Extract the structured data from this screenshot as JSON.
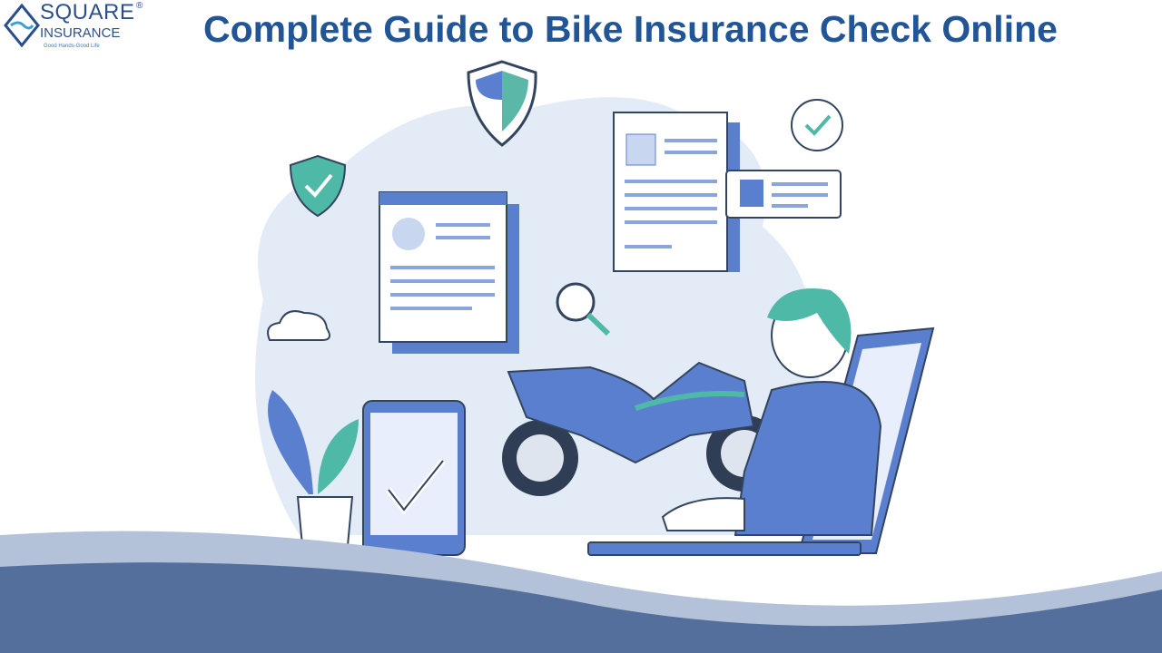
{
  "logo": {
    "line1": "SQUARE",
    "line2": "INSURANCE",
    "tagline": "Good Hands-Good Life",
    "registered": "®"
  },
  "title": "Complete Guide to Bike Insurance Check Online",
  "colors": {
    "title": "#215595",
    "accent_blue": "#5b7fcf",
    "teal": "#4fb9a8",
    "wave": "#546f9c",
    "blob": "#e3ebf6"
  }
}
